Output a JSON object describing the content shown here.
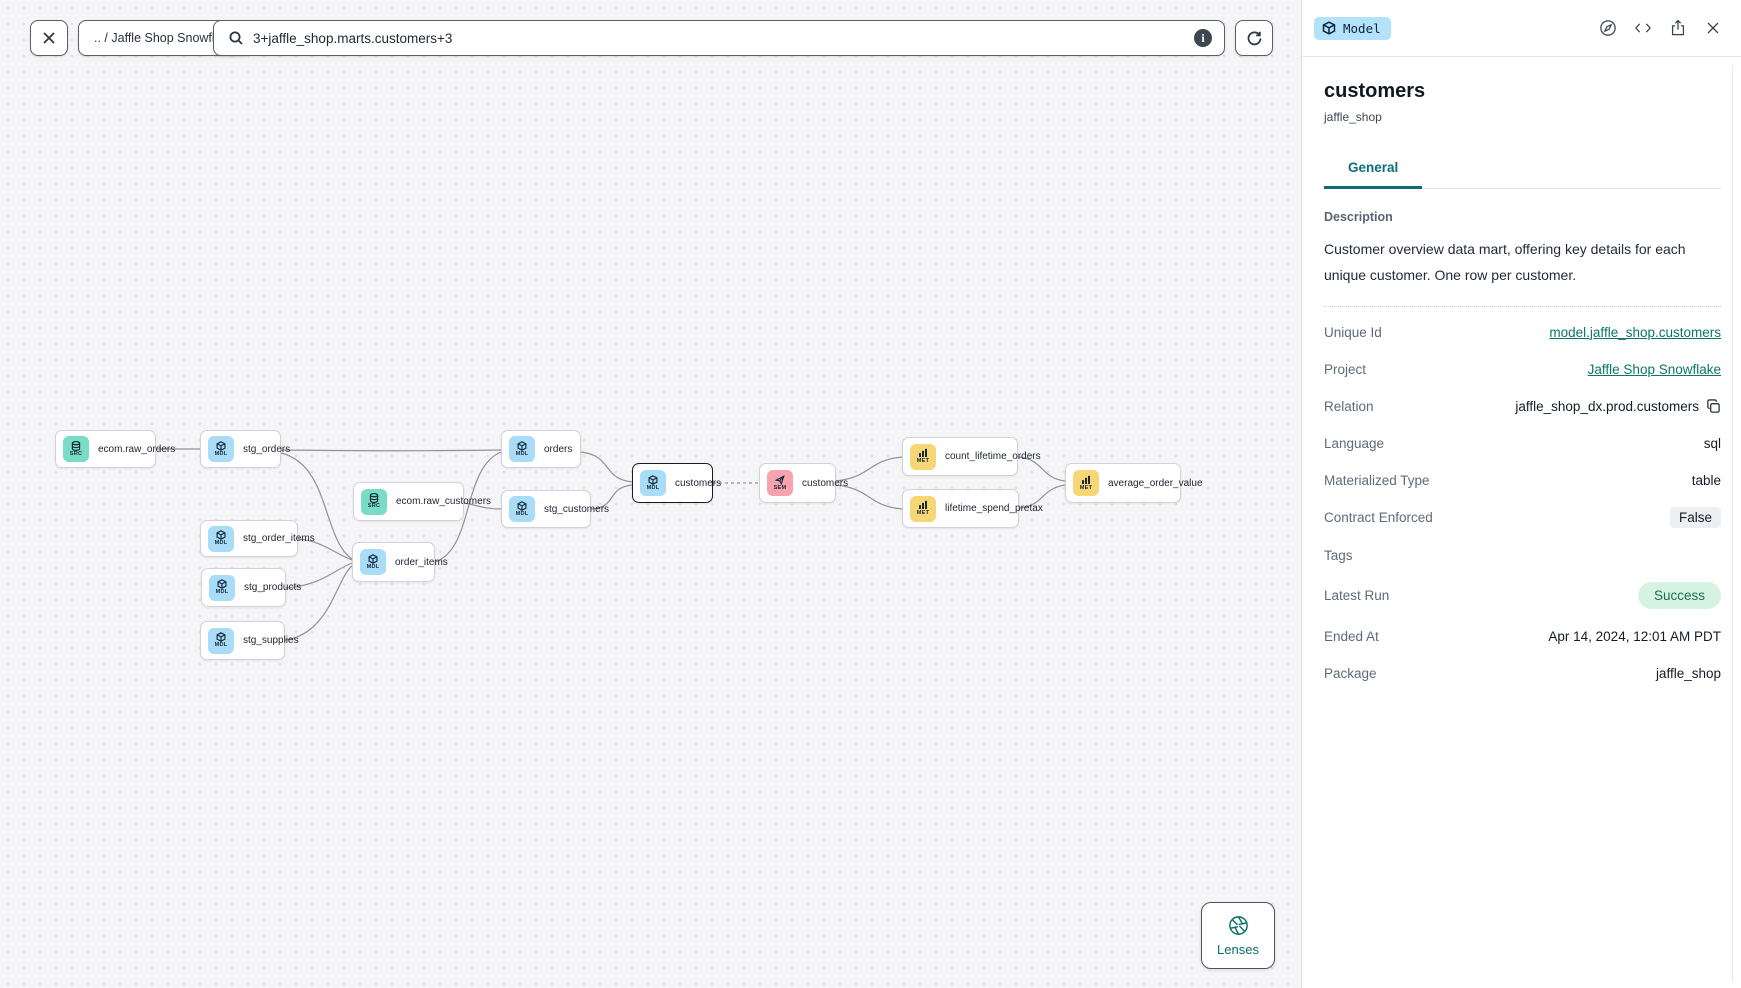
{
  "toolbar": {
    "breadcrumb": ".. / Jaffle Shop Snowflake",
    "search_value": "3+jaffle_shop.marts.customers+3"
  },
  "lenses": {
    "label": "Lenses"
  },
  "graph": {
    "nodes": [
      {
        "label": "ecom.raw_orders",
        "badge": "SRC"
      },
      {
        "label": "stg_orders",
        "badge": "MDL"
      },
      {
        "label": "stg_order_items",
        "badge": "MDL"
      },
      {
        "label": "stg_products",
        "badge": "MDL"
      },
      {
        "label": "stg_supplies",
        "badge": "MDL"
      },
      {
        "label": "ecom.raw_customers",
        "badge": "SRC"
      },
      {
        "label": "order_items",
        "badge": "MDL"
      },
      {
        "label": "orders",
        "badge": "MDL"
      },
      {
        "label": "stg_customers",
        "badge": "MDL"
      },
      {
        "label": "customers",
        "badge": "MDL",
        "selected": true
      },
      {
        "label": "customers",
        "badge": "SEM"
      },
      {
        "label": "count_lifetime_orders",
        "badge": "MET"
      },
      {
        "label": "lifetime_spend_pretax",
        "badge": "MET"
      },
      {
        "label": "average_order_value",
        "badge": "MET"
      }
    ]
  },
  "panel": {
    "type_badge": "Model",
    "title": "customers",
    "subtitle": "jaffle_shop",
    "tabs": [
      {
        "label": "General"
      }
    ],
    "description": {
      "label": "Description",
      "text": "Customer overview data mart, offering key details for each unique customer. One row per customer."
    },
    "fields": [
      {
        "label": "Unique Id",
        "value": "model.jaffle_shop.customers"
      },
      {
        "label": "Project",
        "value": "Jaffle Shop Snowflake"
      },
      {
        "label": "Relation",
        "value": "jaffle_shop_dx.prod.customers"
      },
      {
        "label": "Language",
        "value": "sql"
      },
      {
        "label": "Materialized Type",
        "value": "table"
      },
      {
        "label": "Contract Enforced",
        "value": "False"
      },
      {
        "label": "Tags",
        "value": ""
      },
      {
        "label": "Latest Run",
        "value": "Success"
      },
      {
        "label": "Ended At",
        "value": "Apr 14, 2024, 12:01 AM PDT"
      },
      {
        "label": "Package",
        "value": "jaffle_shop"
      }
    ]
  },
  "colors": {
    "model_icon_bg": "#a9dcf7",
    "source_icon_bg": "#7bdcc5",
    "semantic_icon_bg": "#f8a2ad",
    "metric_icon_bg": "#f6d675",
    "type_badge_bg": "#b3e2fa",
    "link_teal": "#0c756a",
    "tab_teal": "#0b6f7a",
    "success_bg": "#d6f3e1",
    "success_text": "#17714d",
    "canvas_bg": "#f5f4f6"
  }
}
